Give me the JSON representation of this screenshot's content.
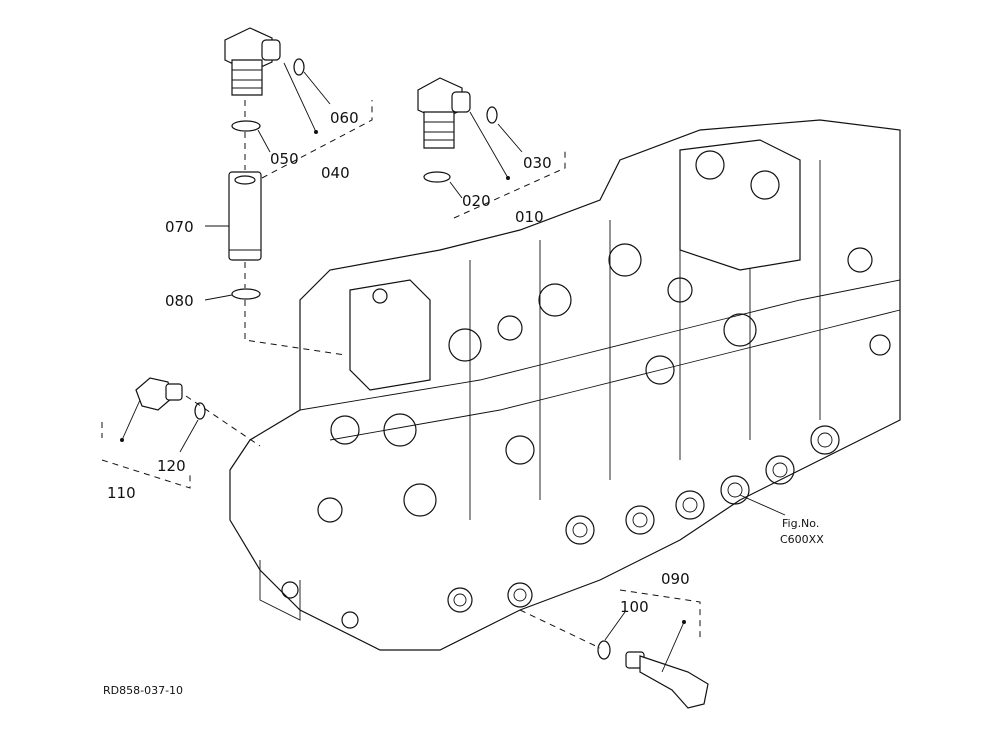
{
  "diagram": {
    "callouts": [
      {
        "id": "c010",
        "text": "010"
      },
      {
        "id": "c020",
        "text": "020"
      },
      {
        "id": "c030",
        "text": "030"
      },
      {
        "id": "c040",
        "text": "040"
      },
      {
        "id": "c050",
        "text": "050"
      },
      {
        "id": "c060",
        "text": "060"
      },
      {
        "id": "c070",
        "text": "070"
      },
      {
        "id": "c080",
        "text": "080"
      },
      {
        "id": "c090",
        "text": "090"
      },
      {
        "id": "c100",
        "text": "100"
      },
      {
        "id": "c110",
        "text": "110"
      },
      {
        "id": "c120",
        "text": "120"
      }
    ],
    "fig_label": "Fig.No.",
    "fig_number": "C600XX",
    "drawing_code": "RD858-037-10"
  }
}
